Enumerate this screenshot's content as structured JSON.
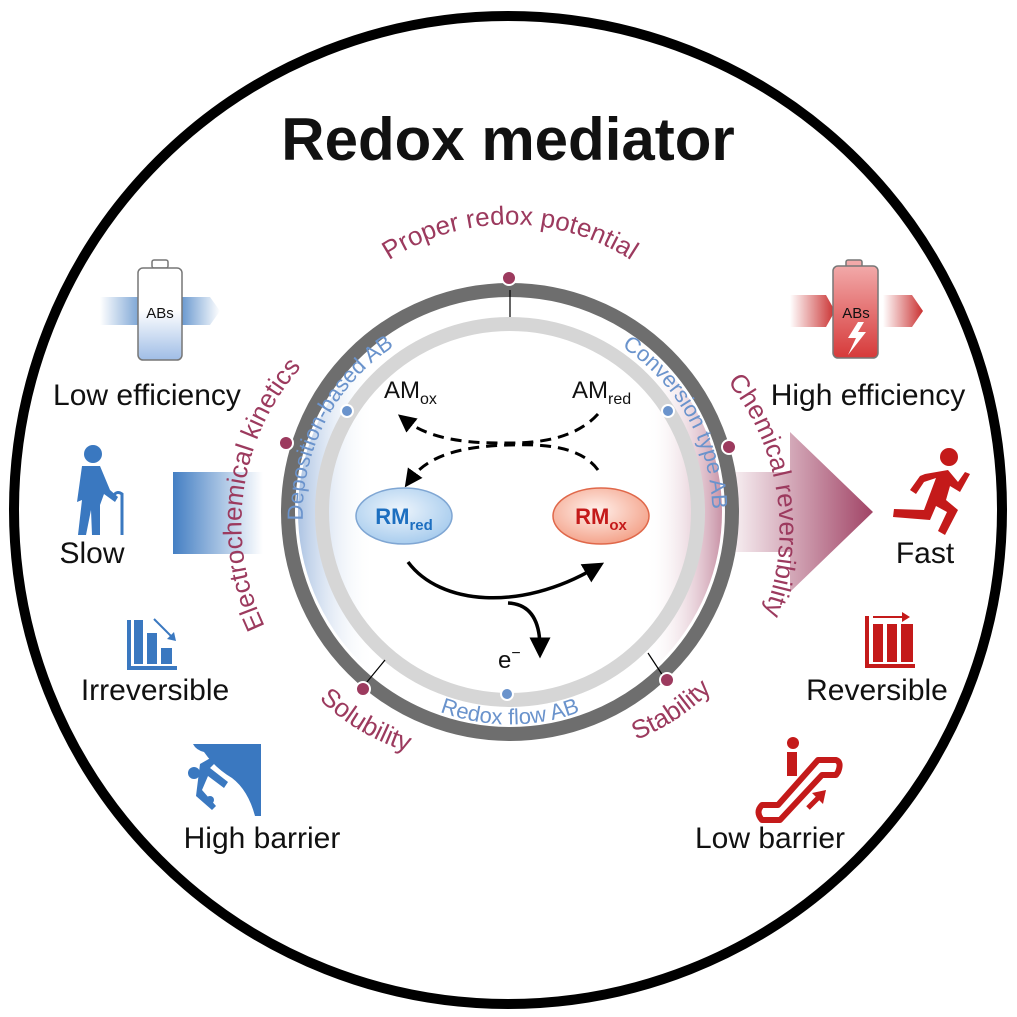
{
  "title": "Redox mediator",
  "colors": {
    "blue": "#3a78c0",
    "red": "#c41a1a",
    "maroon": "#9c3a5e",
    "ring_dark": "#6e6e6e",
    "ring_light": "#d6d6d6",
    "light_blue_text": "#6a93cc"
  },
  "left": {
    "battery_label": "ABs",
    "efficiency": "Low efficiency",
    "speed": "Slow",
    "reversibility": "Irreversible",
    "barrier": "High barrier",
    "icons": [
      "battery-low-icon",
      "elderly-walking-icon",
      "declining-bars-icon",
      "rock-climber-icon"
    ]
  },
  "right": {
    "battery_label": "ABs",
    "efficiency": "High efficiency",
    "speed": "Fast",
    "reversibility": "Reversible",
    "barrier": "Low barrier",
    "icons": [
      "battery-charged-icon",
      "running-person-icon",
      "rising-bars-icon",
      "escalator-icon"
    ]
  },
  "outer_ring_labels": {
    "top": "Proper redox potential",
    "left": "Electrochemical kinetics",
    "right": "Chemical reversibility",
    "bottom_left": "Solubility",
    "bottom_right": "Stability"
  },
  "inner_ring_labels": {
    "left": "Deposition-based AB",
    "right": "Conversion type  AB",
    "bottom": "Redox flow AB"
  },
  "center": {
    "am_ox": {
      "main": "AM",
      "sub": "ox"
    },
    "am_red": {
      "main": "AM",
      "sub": "red"
    },
    "rm_red": {
      "main": "RM",
      "sub": "red"
    },
    "rm_ox": {
      "main": "RM",
      "sub": "ox"
    },
    "electron": {
      "main": "e",
      "sup": "−"
    }
  }
}
